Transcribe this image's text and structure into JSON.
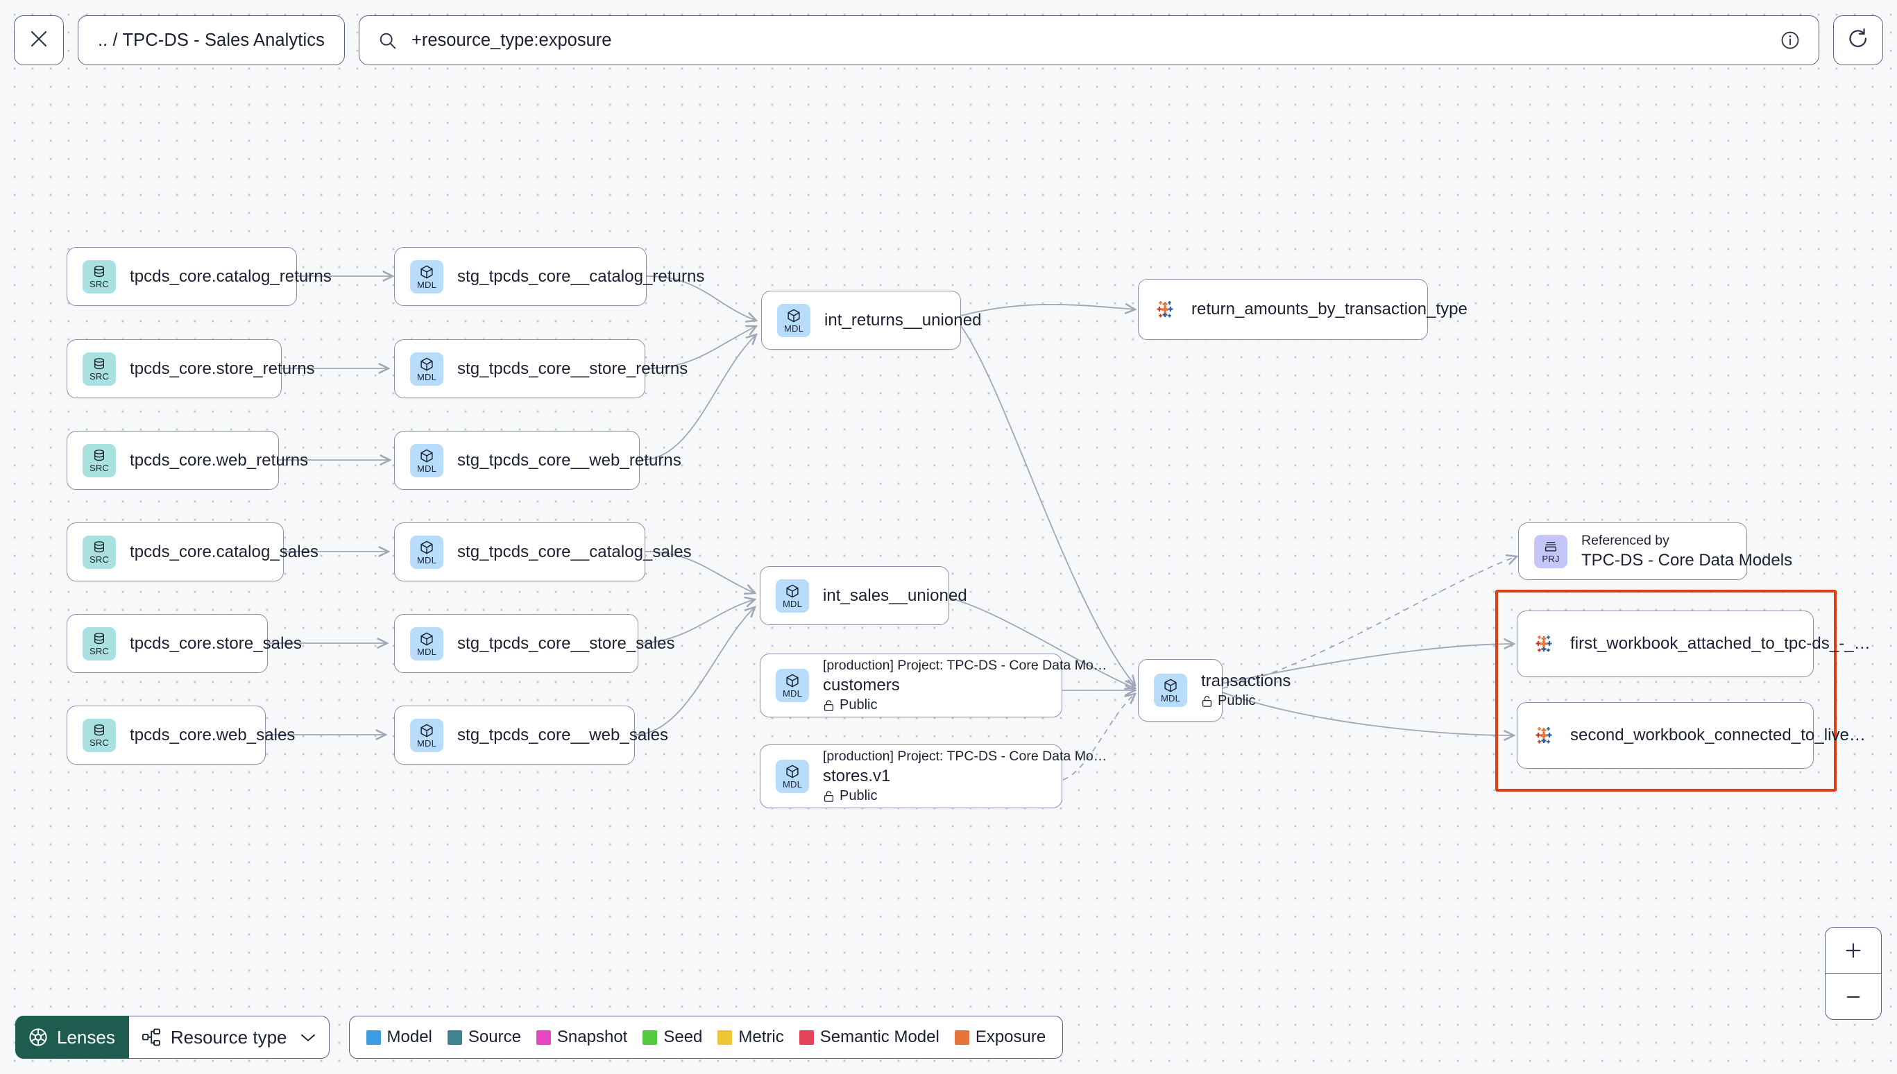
{
  "header": {
    "close_icon": "close-icon",
    "breadcrumb": ".. / TPC-DS - Sales Analytics",
    "search": {
      "icon": "search-icon",
      "value": "+resource_type:exposure",
      "placeholder": "Search",
      "info_icon": "info-icon"
    },
    "refresh_icon": "refresh-icon"
  },
  "graph": {
    "nodes": [
      {
        "id": "src_catalog_returns",
        "kind": "src",
        "badge": "SRC",
        "label": "tpcds_core.catalog_returns"
      },
      {
        "id": "src_store_returns",
        "kind": "src",
        "badge": "SRC",
        "label": "tpcds_core.store_returns"
      },
      {
        "id": "src_web_returns",
        "kind": "src",
        "badge": "SRC",
        "label": "tpcds_core.web_returns"
      },
      {
        "id": "src_catalog_sales",
        "kind": "src",
        "badge": "SRC",
        "label": "tpcds_core.catalog_sales"
      },
      {
        "id": "src_store_sales",
        "kind": "src",
        "badge": "SRC",
        "label": "tpcds_core.store_sales"
      },
      {
        "id": "src_web_sales",
        "kind": "src",
        "badge": "SRC",
        "label": "tpcds_core.web_sales"
      },
      {
        "id": "stg_catalog_returns",
        "kind": "mdl",
        "badge": "MDL",
        "label": "stg_tpcds_core__catalog_returns"
      },
      {
        "id": "stg_store_returns",
        "kind": "mdl",
        "badge": "MDL",
        "label": "stg_tpcds_core__store_returns"
      },
      {
        "id": "stg_web_returns",
        "kind": "mdl",
        "badge": "MDL",
        "label": "stg_tpcds_core__web_returns"
      },
      {
        "id": "stg_catalog_sales",
        "kind": "mdl",
        "badge": "MDL",
        "label": "stg_tpcds_core__catalog_sales"
      },
      {
        "id": "stg_store_sales",
        "kind": "mdl",
        "badge": "MDL",
        "label": "stg_tpcds_core__store_sales"
      },
      {
        "id": "stg_web_sales",
        "kind": "mdl",
        "badge": "MDL",
        "label": "stg_tpcds_core__web_sales"
      },
      {
        "id": "int_returns_unioned",
        "kind": "mdl",
        "badge": "MDL",
        "label": "int_returns__unioned"
      },
      {
        "id": "int_sales_unioned",
        "kind": "mdl",
        "badge": "MDL",
        "label": "int_sales__unioned"
      },
      {
        "id": "customers",
        "kind": "mdl",
        "badge": "MDL",
        "project": "[production] Project: TPC-DS - Core Data Mo…",
        "name": "customers",
        "access": "Public"
      },
      {
        "id": "stores_v1",
        "kind": "mdl",
        "badge": "MDL",
        "project": "[production] Project: TPC-DS - Core Data Mo…",
        "name": "stores.v1",
        "access": "Public"
      },
      {
        "id": "transactions",
        "kind": "mdl",
        "badge": "MDL",
        "name": "transactions",
        "access": "Public"
      },
      {
        "id": "return_amounts",
        "kind": "exposure",
        "badge": "tableau-icon",
        "label": "return_amounts_by_transaction_type"
      },
      {
        "id": "project_ref",
        "kind": "prj",
        "badge": "PRJ",
        "sub": "Referenced by",
        "name": "TPC-DS - Core Data Models"
      },
      {
        "id": "first_workbook",
        "kind": "exposure",
        "badge": "tableau-icon",
        "label": "first_workbook_attached_to_tpc-ds_-_…"
      },
      {
        "id": "second_workbook",
        "kind": "exposure",
        "badge": "tableau-icon",
        "label": "second_workbook_connected_to_live…"
      }
    ]
  },
  "bottom": {
    "lenses_label": "Lenses",
    "lenses_icon": "aperture-icon",
    "resource_type_label": "Resource type",
    "resource_type_icon": "hierarchy-icon",
    "chevron_icon": "chevron-down-icon",
    "legend": [
      {
        "label": "Model",
        "color": "#3b9ee5"
      },
      {
        "label": "Source",
        "color": "#3d8491"
      },
      {
        "label": "Snapshot",
        "color": "#e845c4"
      },
      {
        "label": "Seed",
        "color": "#52c93f"
      },
      {
        "label": "Metric",
        "color": "#edc536"
      },
      {
        "label": "Semantic Model",
        "color": "#e34257"
      },
      {
        "label": "Exposure",
        "color": "#e8743b"
      }
    ]
  },
  "zoom_controls": {
    "zoom_in_icon": "plus-icon",
    "zoom_out_icon": "minus-icon"
  },
  "colors": {
    "highlight": "#dd3e12",
    "accent_green": "#1d5c4e",
    "edge": "#a0a7b6"
  }
}
